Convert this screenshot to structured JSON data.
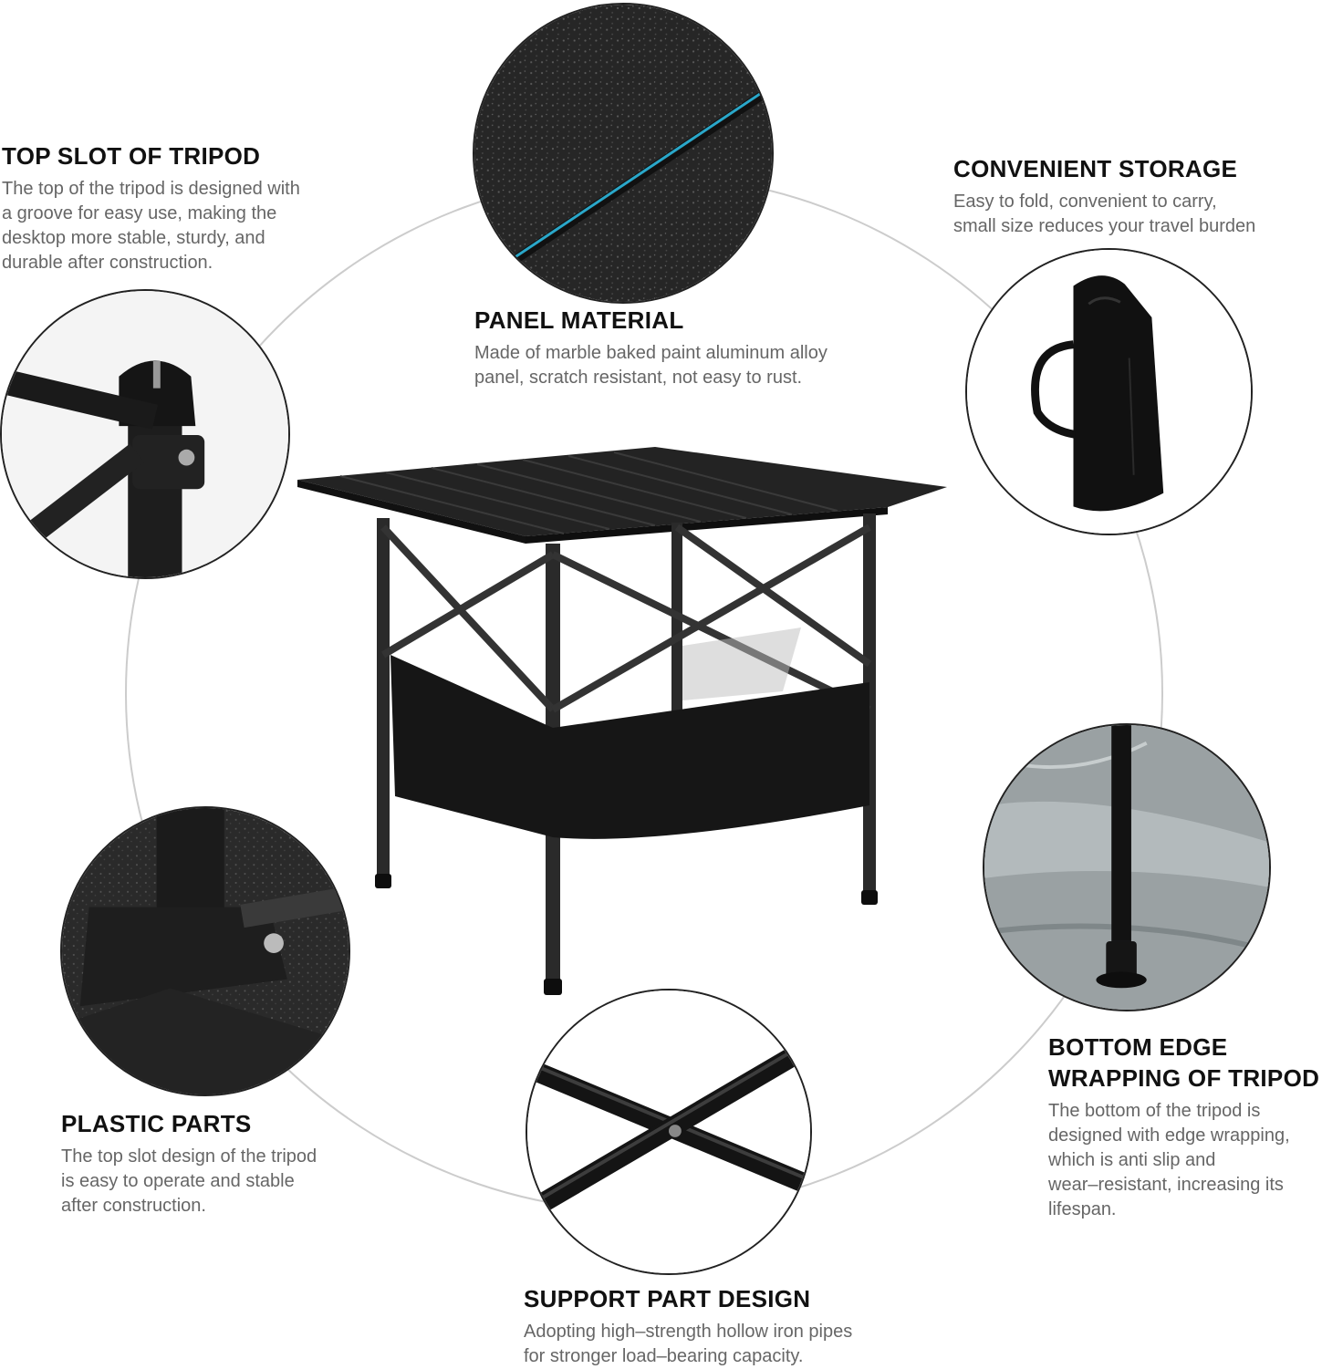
{
  "features": {
    "top_slot": {
      "title": "TOP SLOT OF TRIPOD",
      "lines": [
        "The top of the tripod is designed with",
        "a groove for easy use, making the",
        "desktop more stable, sturdy, and",
        "durable after construction."
      ]
    },
    "panel": {
      "title": "PANEL MATERIAL",
      "lines": [
        "Made of marble baked paint aluminum alloy",
        "panel, scratch resistant, not easy to rust."
      ]
    },
    "storage": {
      "title": "CONVENIENT STORAGE",
      "lines": [
        "Easy to fold, convenient to carry,",
        "small size reduces your travel burden"
      ]
    },
    "plastic": {
      "title": "PLASTIC PARTS",
      "lines": [
        "The top slot design of the tripod",
        "is easy to operate and stable",
        "after construction."
      ]
    },
    "bottom_edge": {
      "title_lines": [
        "BOTTOM EDGE",
        "WRAPPING OF TRIPOD"
      ],
      "lines": [
        "The bottom of the tripod is",
        "designed with edge wrapping,",
        "which is anti slip and",
        "wear–resistant, increasing its",
        "lifespan."
      ]
    },
    "support": {
      "title": "SUPPORT PART DESIGN",
      "lines": [
        "Adopting high–strength hollow iron pipes",
        "for stronger load–bearing capacity."
      ]
    }
  },
  "colors": {
    "heading": "#111111",
    "body": "#666666",
    "ring": "#c8c8c8",
    "product": "#1c1c1c",
    "accent_blue": "#2aa7c9"
  },
  "images": {
    "panel_closeup": "textured-panel-icon",
    "storage_bag": "carry-bag-icon",
    "top_slot_closeup": "tripod-top-slot-icon",
    "plastic_closeup": "plastic-joint-icon",
    "foot_closeup": "tripod-foot-icon",
    "support_closeup": "crossed-pipes-icon",
    "main_product": "folding-table-icon"
  }
}
